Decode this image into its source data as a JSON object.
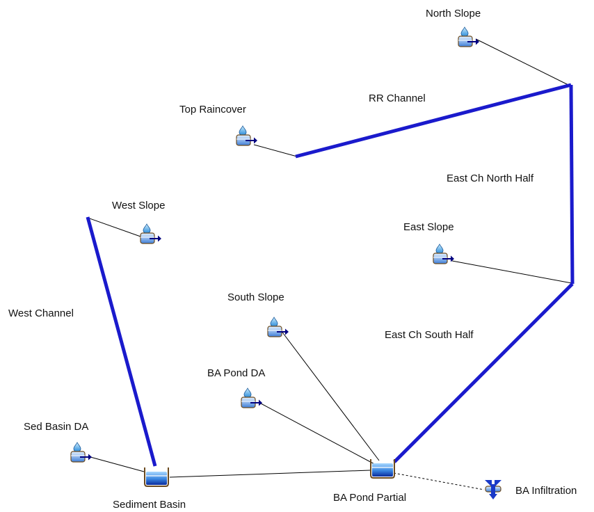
{
  "subbasins": {
    "north_slope": "North Slope",
    "top_raincover": "Top Raincover",
    "west_slope": "West Slope",
    "east_slope": "East Slope",
    "south_slope": "South Slope",
    "ba_pond_da": "BA Pond DA",
    "sed_basin_da": "Sed Basin DA"
  },
  "reaches": {
    "rr_channel": "RR Channel",
    "east_ch_north_half": "East Ch North Half",
    "east_ch_south_half": "East Ch South Half",
    "west_channel": "West Channel"
  },
  "reservoirs": {
    "sediment_basin": "Sediment Basin",
    "ba_pond_partial": "BA Pond Partial"
  },
  "sinks": {
    "ba_infiltration": "BA Infiltration"
  },
  "colors": {
    "reach": "#1a1acc",
    "icon_body_top": "#cfe6ff",
    "icon_body_bottom": "#4f8fe0",
    "icon_outline": "#6b4a1f",
    "arrow": "#000080"
  }
}
